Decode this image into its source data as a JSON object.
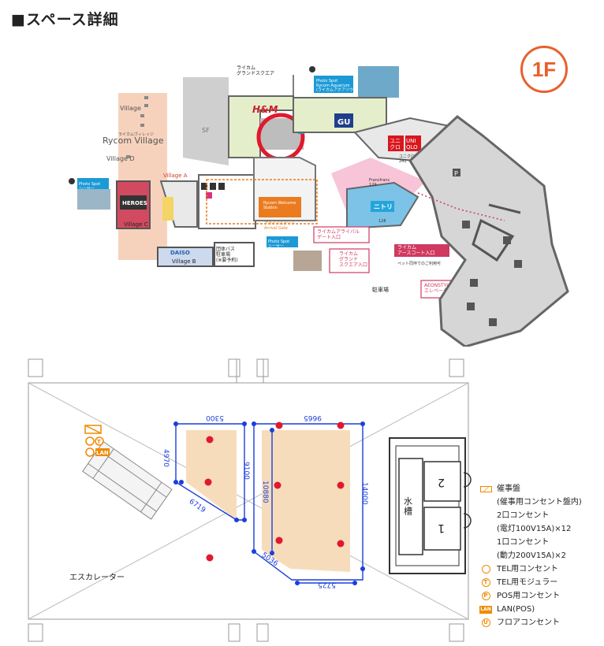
{
  "page_title": "■スペース詳細",
  "floor_label": "1F",
  "top_map": {
    "labels": {
      "grand_square_top": "ライカム\nグランドスクエア",
      "photo_aquarium": "Photo Spot\nRycom Aquarium\n(ライカムアクアリウム)",
      "hm": "H&M",
      "gu": "GU",
      "uniqlo_1": "ユニ\nクロ",
      "uniqlo_2": "UNI\nQLO",
      "uniqlo_num": "ユニクロ\n241",
      "village": "Village",
      "rycom_village_jp": "ライカムヴィレッジ",
      "rycom_village": "Rycom Village",
      "village_d": "Village D",
      "village_a": "Village A",
      "village_b": "Village B",
      "village_c": "Village C",
      "heroes": "HEROES",
      "photo_shisa_left": "Photo Spot\nシーサー",
      "photo_shisa_center": "Photo Spot\nシーサー",
      "daiso": "DAISO",
      "bus": "団体バス\n駐車場\n(※要予約)",
      "welcome": "Rycom Welcome\nStation",
      "arrival": "アライバルゲート\nArrival Gate",
      "arrival_gate_entry": "ライカムアライバル\nゲート入口",
      "grand_square_entry": "ライカム\nグランド\nスクエア入口",
      "francfranc": "Francfranc\n129",
      "nitori": "ニトリ",
      "nitori_num": "128",
      "earth_court": "ライカム\nアースコート入口",
      "pet": "ペット同伴でのご利用可",
      "aeon_elevator": "AEONSTYLE\nエレベーター入口",
      "parking": "駐車場",
      "p": "P",
      "sf": "SF"
    }
  },
  "floor_plan": {
    "dimensions": [
      "5300",
      "9665",
      "4970",
      "9100",
      "10880",
      "14000",
      "6719",
      "5036",
      "5725"
    ],
    "water_tank": "水\n槽",
    "stair_1": "1",
    "stair_2": "2",
    "escalator": "エスカレーター",
    "icon_lan": "LAN",
    "icon_t": "T"
  },
  "legend": [
    {
      "icon": "panel",
      "text": "催事盤",
      "indent": false
    },
    {
      "icon": "",
      "text": "(催事用コンセント盤内)",
      "indent": true
    },
    {
      "icon": "",
      "text": "2口コンセント",
      "indent": true
    },
    {
      "icon": "",
      "text": "(電灯100V15A)×12",
      "indent": true
    },
    {
      "icon": "",
      "text": "1口コンセント",
      "indent": true
    },
    {
      "icon": "",
      "text": "(動力200V15A)×2",
      "indent": true
    },
    {
      "icon": "tel-outlet",
      "text": "TEL用コンセント",
      "indent": false
    },
    {
      "icon": "tel-modular",
      "text": "TEL用モジュラー",
      "indent": false
    },
    {
      "icon": "pos",
      "text": "POS用コンセント",
      "indent": false
    },
    {
      "icon": "lan",
      "text": "LAN(POS)",
      "indent": false
    },
    {
      "icon": "floor",
      "text": "フロアコンセント",
      "indent": false
    }
  ],
  "legend_icon_text": {
    "tel": "T",
    "pos": "P",
    "lan": "LAN",
    "floor": "U"
  },
  "colors": {
    "accent_orange": "#e8612c",
    "event_fill": "#f7dcbc",
    "dimension_blue": "#1a3fdc",
    "marker_red": "#e0192d",
    "nitori_blue": "#7cc3e7",
    "pink_area": "#f7c4d8"
  }
}
